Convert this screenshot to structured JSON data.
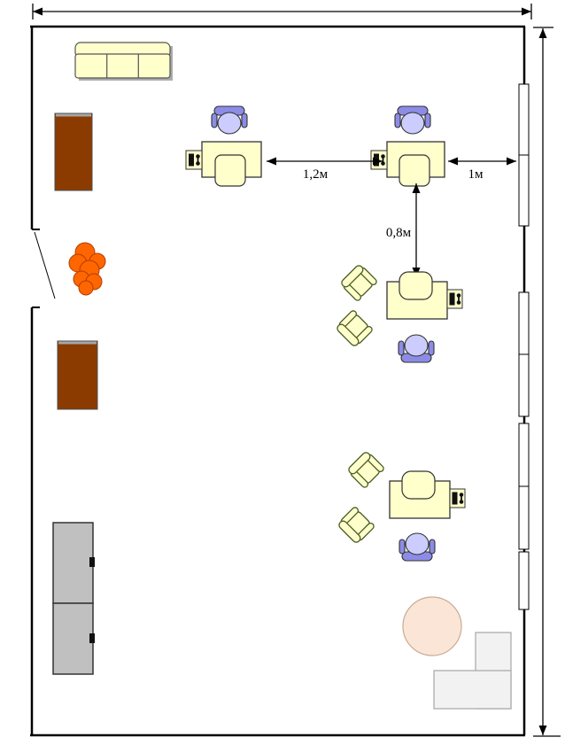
{
  "dimension_labels": {
    "between_top_desks": "1,2м",
    "desk_to_right_wall": "1м",
    "between_desk_rows": "0,8м"
  },
  "colors": {
    "wall": "#000000",
    "room_fill": "#FFFFFF",
    "furniture_cream": "#FFFFCC",
    "chair_seat": "#CCCCFF",
    "chair_back": "#8C8CE6",
    "armchair_outline": "#4A5D23",
    "wardrobe_brown": "#8C3B00",
    "safe_gray": "#C0C0C0",
    "safe_handle": "#111111",
    "plant_orange": "#FF6600",
    "plant_outline": "#B33C00",
    "round_table_fill": "#FBE5D6",
    "round_table_outline": "#C9AB96",
    "counter_fill": "#F2F2F2",
    "counter_outline": "#A6A6A6"
  }
}
